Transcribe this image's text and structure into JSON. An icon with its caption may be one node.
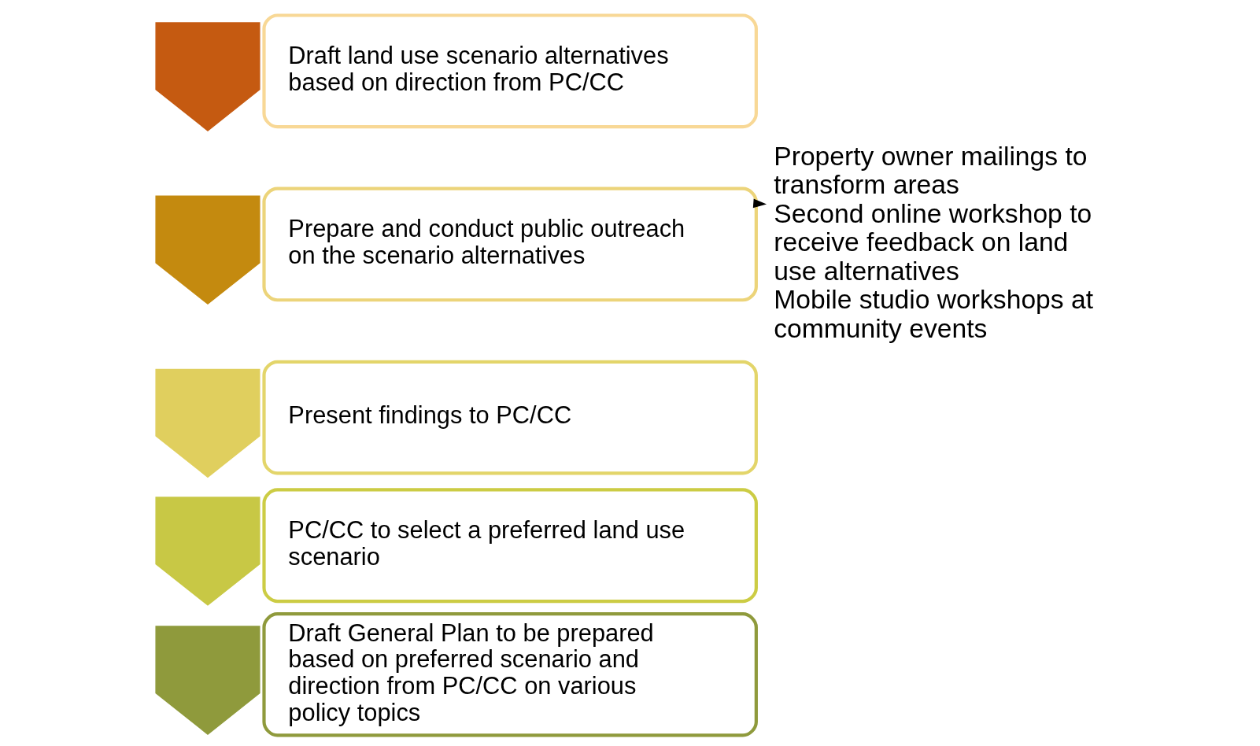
{
  "diagram": {
    "nodes": [
      {
        "text": [],
        "shape": "chevron"
      },
      {
        "text": [
          "Draft land use scenario alternatives based on direction from PC/CC"
        ]
      },
      {
        "text": [],
        "shape": "chevron"
      },
      {
        "text": [
          "Prepare and conduct public outreach on the scenario alternatives"
        ]
      },
      {
        "text": [],
        "shape": "chevron"
      },
      {
        "text": [
          "Present findings to PC/CC"
        ]
      },
      {
        "text": [],
        "shape": "chevron"
      },
      {
        "text": [
          "PC/CC to select a preferred land use scenario"
        ]
      },
      {
        "text": [],
        "shape": "chevron"
      },
      {
        "text": [
          "Draft General Plan to be prepared based on preferred scenario and direction from PC/CC on various policy topics"
        ]
      },
      {
        "text": [
          "Property owner mailings to transform areas",
          "Second online workshop to receive feedback on land use alternatives",
          "Mobile studio workshops at community events"
        ]
      }
    ],
    "edges": [
      {
        "from": 3,
        "to": 10,
        "arrow": "to"
      }
    ]
  }
}
